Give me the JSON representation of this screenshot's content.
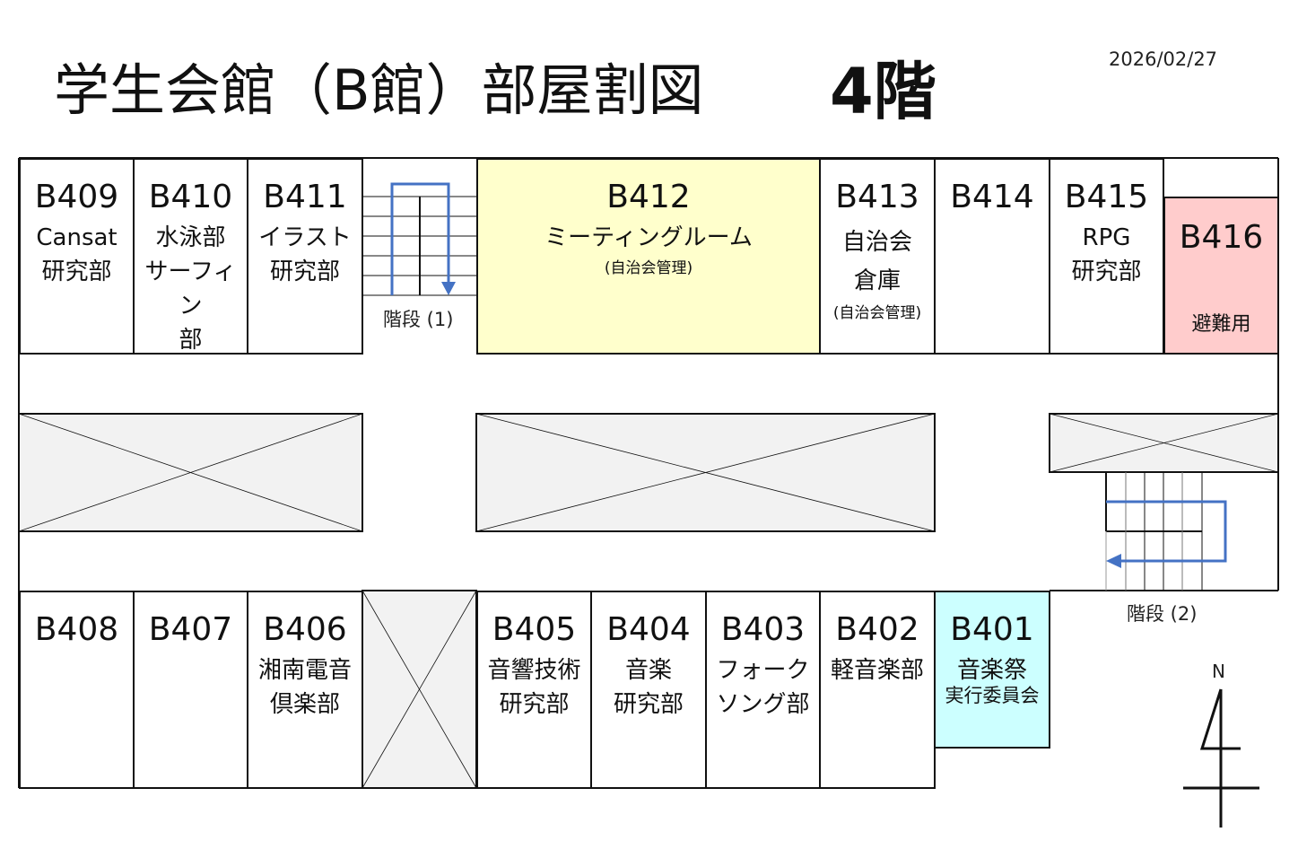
{
  "header": {
    "title": "学生会館（B館）部屋割図",
    "floor": "4階",
    "date": "2026/02/27"
  },
  "top_rooms": [
    {
      "id": "B409",
      "lines": [
        "Cansat",
        "研究部"
      ]
    },
    {
      "id": "B410",
      "lines": [
        "水泳部",
        "サーフィン",
        "部"
      ]
    },
    {
      "id": "B411",
      "lines": [
        "イラスト",
        "研究部"
      ]
    },
    {
      "id": "B412",
      "lines": [
        "ミーティングルーム"
      ],
      "note": "(自治会管理)"
    },
    {
      "id": "B413",
      "lines": [
        "自治会",
        "倉庫"
      ],
      "note": "(自治会管理)"
    },
    {
      "id": "B414",
      "lines": []
    },
    {
      "id": "B415",
      "lines": [
        "RPG",
        "研究部"
      ]
    },
    {
      "id": "B416",
      "lines": [],
      "note": "避難用"
    }
  ],
  "bottom_rooms": [
    {
      "id": "B408",
      "lines": []
    },
    {
      "id": "B407",
      "lines": []
    },
    {
      "id": "B406",
      "lines": [
        "湘南電音",
        "倶楽部"
      ]
    },
    {
      "id": "B405",
      "lines": [
        "音響技術",
        "研究部"
      ]
    },
    {
      "id": "B404",
      "lines": [
        "音楽",
        "研究部"
      ]
    },
    {
      "id": "B403",
      "lines": [
        "フォーク",
        "ソング部"
      ]
    },
    {
      "id": "B402",
      "lines": [
        "軽音楽部"
      ]
    },
    {
      "id": "B401",
      "lines": [
        "音楽祭",
        "実行委員会"
      ]
    }
  ],
  "stairs": {
    "s1": "階段 (1)",
    "s2": "階段 (2)"
  },
  "compass": "N",
  "colors": {
    "meeting": "#ffffcc",
    "evac": "#ffcccc",
    "festival": "#ccffff",
    "blocked": "#f2f2f2",
    "arrow": "#4472c4"
  }
}
